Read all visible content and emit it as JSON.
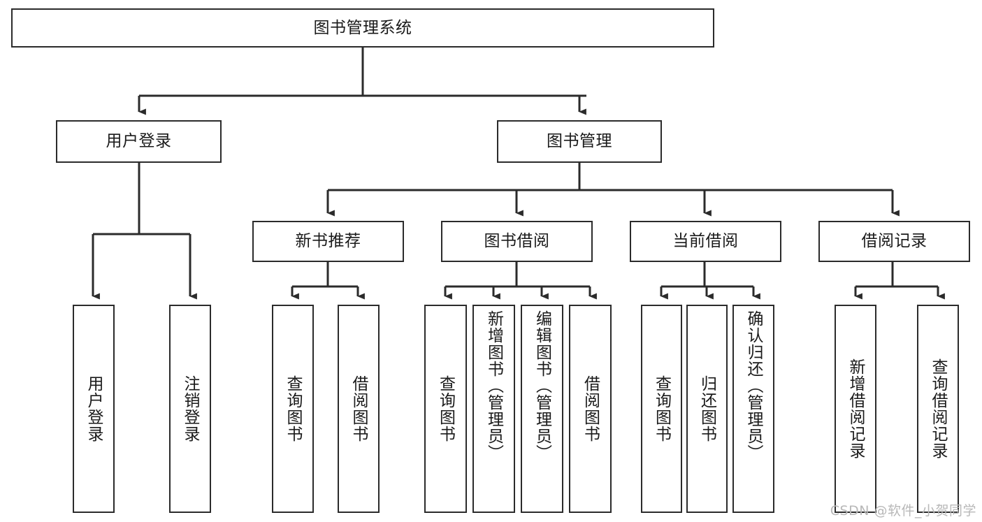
{
  "diagram": {
    "title": "图书管理系统",
    "type": "hierarchy-tree",
    "colors": {
      "stroke": "#2b2b2b",
      "fill": "#ffffff",
      "text": "#1a1a1a",
      "watermark": "#b8b8b8"
    },
    "root": {
      "label": "图书管理系统"
    },
    "level2": [
      {
        "label": "用户登录"
      },
      {
        "label": "图书管理"
      }
    ],
    "level3": [
      {
        "label": "新书推荐"
      },
      {
        "label": "图书借阅"
      },
      {
        "label": "当前借阅"
      },
      {
        "label": "借阅记录"
      }
    ],
    "leaves": {
      "user_login": [
        {
          "label": "用户登录"
        },
        {
          "label": "注销登录"
        }
      ],
      "new_book_recommend": [
        {
          "label": "查询图书"
        },
        {
          "label": "借阅图书"
        }
      ],
      "book_borrow": [
        {
          "label": "查询图书"
        },
        {
          "label": "新增图书（管理员）"
        },
        {
          "label": "编辑图书（管理员）"
        },
        {
          "label": "借阅图书"
        }
      ],
      "current_borrow": [
        {
          "label": "查询图书"
        },
        {
          "label": "归还图书"
        },
        {
          "label": "确认归还（管理员）"
        }
      ],
      "borrow_record": [
        {
          "label": "新增借阅记录"
        },
        {
          "label": "查询借阅记录"
        }
      ]
    },
    "watermark": "CSDN @软件_小贺同学"
  }
}
